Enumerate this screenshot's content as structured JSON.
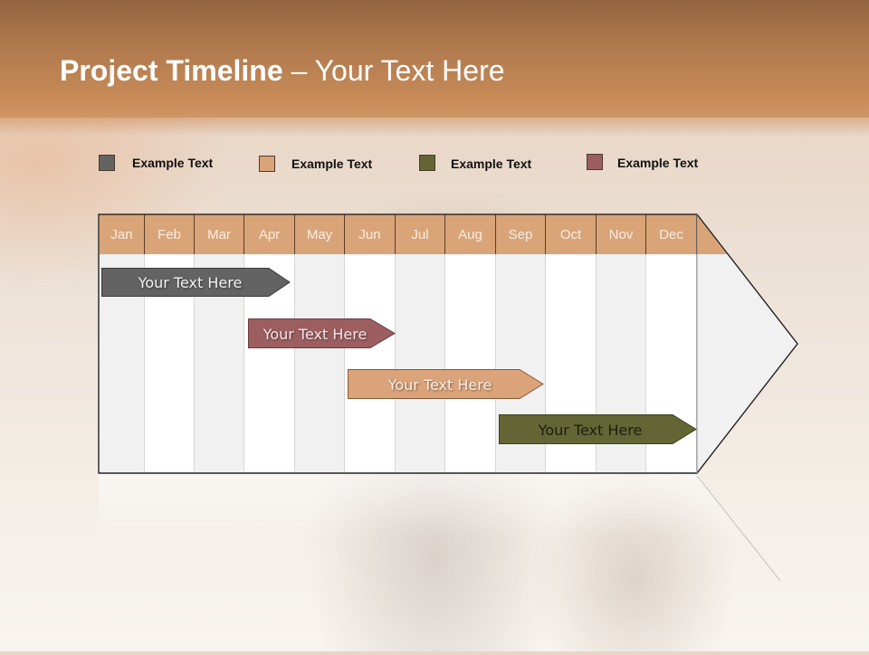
{
  "slide": {
    "title_bold": "Project Timeline",
    "title_rest": " – Your Text Here"
  },
  "legend": [
    {
      "label": "Example Text",
      "color": "#636363"
    },
    {
      "label": "Example Text",
      "color": "#dba37a"
    },
    {
      "label": "Example Text",
      "color": "#636634"
    },
    {
      "label": "Example Text",
      "color": "#9d5e60"
    }
  ],
  "timeline": {
    "months": [
      "Jan",
      "Feb",
      "Mar",
      "Apr",
      "May",
      "Jun",
      "Jul",
      "Aug",
      "Sep",
      "Oct",
      "Nov",
      "Dec"
    ],
    "header_color": "#d9a478",
    "bars": [
      {
        "label": "Your  Text Here",
        "color": "#636363",
        "text_color": "#f2f2f2",
        "start": "Jan",
        "end": "Apr"
      },
      {
        "label": "Your  Text Here",
        "color": "#9d5e60",
        "text_color": "#f4e6e6",
        "start": "Apr",
        "end": "Jun"
      },
      {
        "label": "Your  Text Here",
        "color": "#dba37a",
        "text_color": "#fbefe5",
        "start": "Jun",
        "end": "Sep"
      },
      {
        "label": "Your  Text Here",
        "color": "#636634",
        "text_color": "#1d1d10",
        "start": "Sep",
        "end": "Dec"
      }
    ]
  }
}
